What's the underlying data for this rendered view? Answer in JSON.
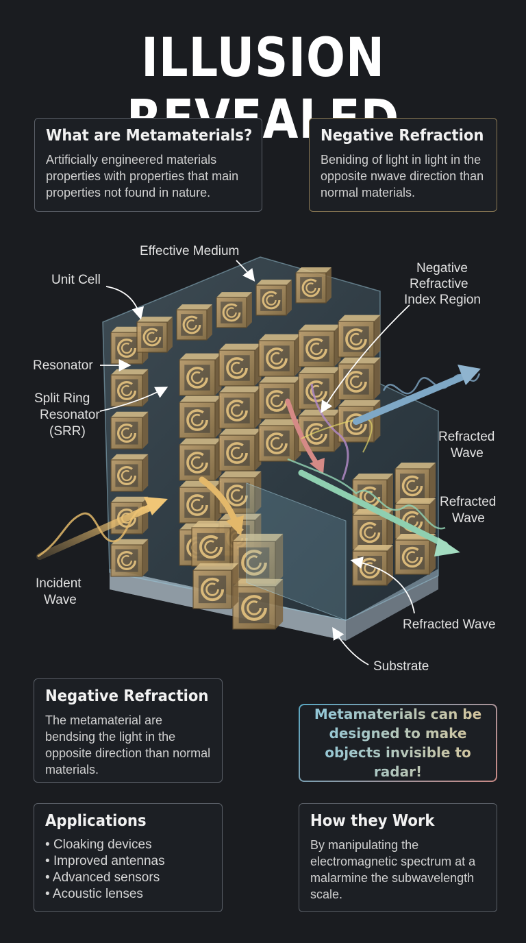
{
  "title": "ILLUSION REVEALED",
  "cards": {
    "what": {
      "heading": "What are Metamaterials?",
      "body": "Artificially engineered materials properties with properties that main properties not found in nature."
    },
    "neg_top": {
      "heading": "Negative Refraction",
      "body": "Beniding of light in light in the opposite nwave direction than normal materials."
    },
    "neg_bottom": {
      "heading": "Negative Refraction",
      "body": "The metamaterial are bendsing the light in the opposite direction than normal materials."
    },
    "applications": {
      "heading": "Applications",
      "items": [
        "Cloaking devices",
        "Improved antennas",
        "Advanced sensors",
        "Acoustic lenses"
      ]
    },
    "how": {
      "heading": "How they Work",
      "body": "By manipulating the electromagnetic spectrum at a malarmine the subwavelength scale."
    }
  },
  "callout": "Metamaterials can be designed to make objects invisible to radar!",
  "diagram": {
    "labels": {
      "effective_medium": "Effective Medium",
      "unit_cell": "Unit Cell",
      "resonator": "Resonator",
      "srr_1": "Split Ring",
      "srr_2": "Resonator",
      "srr_3": "(SRR)",
      "incident_1": "Incident",
      "incident_2": "Wave",
      "nri_1": "Negative",
      "nri_2": "Refractive",
      "nri_3": "Index Region",
      "refracted_a1": "Refracted",
      "refracted_a2": "Wave",
      "refracted_b1": "Refracted",
      "refracted_b2": "Wave",
      "refracted_c": "Refracted Wave",
      "substrate": "Substrate"
    },
    "colors": {
      "cell_face": "#b89a66",
      "cell_ring": "#d9b97a",
      "glass": "#8fbfd4",
      "incident": "#e3b86a",
      "refracted_blue": "#7fa8c6",
      "refracted_green": "#8fcfb0",
      "nri_pink": "#d58a86",
      "nri_purple": "#b08ac4"
    }
  }
}
